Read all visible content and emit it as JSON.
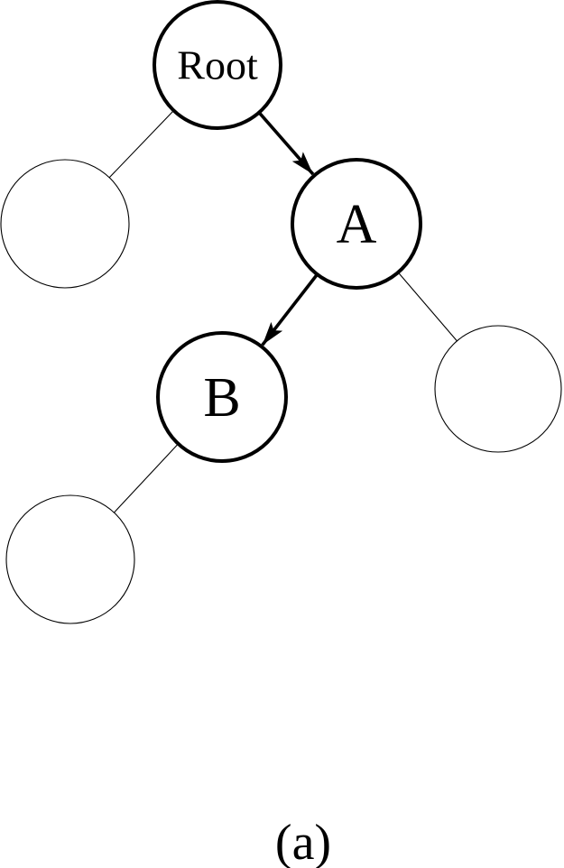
{
  "figure": {
    "kind": "binary-tree-diagram",
    "caption": "(a)"
  },
  "tree": {
    "nodes": [
      {
        "id": "root",
        "label": "Root",
        "emphasized": true
      },
      {
        "id": "root-left-leaf",
        "label": "",
        "emphasized": false
      },
      {
        "id": "a",
        "label": "A",
        "emphasized": true
      },
      {
        "id": "b",
        "label": "B",
        "emphasized": true
      },
      {
        "id": "a-right-leaf",
        "label": "",
        "emphasized": false
      },
      {
        "id": "b-left-leaf",
        "label": "",
        "emphasized": false
      }
    ],
    "edges": [
      {
        "from": "root",
        "to": "root-left-leaf",
        "style": "plain"
      },
      {
        "from": "root",
        "to": "a",
        "style": "bold-arrow"
      },
      {
        "from": "a",
        "to": "b",
        "style": "bold-arrow"
      },
      {
        "from": "a",
        "to": "a-right-leaf",
        "style": "plain"
      },
      {
        "from": "b",
        "to": "b-left-leaf",
        "style": "plain"
      }
    ]
  },
  "colors": {
    "ink": "#000000",
    "background": "#ffffff",
    "node_fill": "#ffffff"
  }
}
